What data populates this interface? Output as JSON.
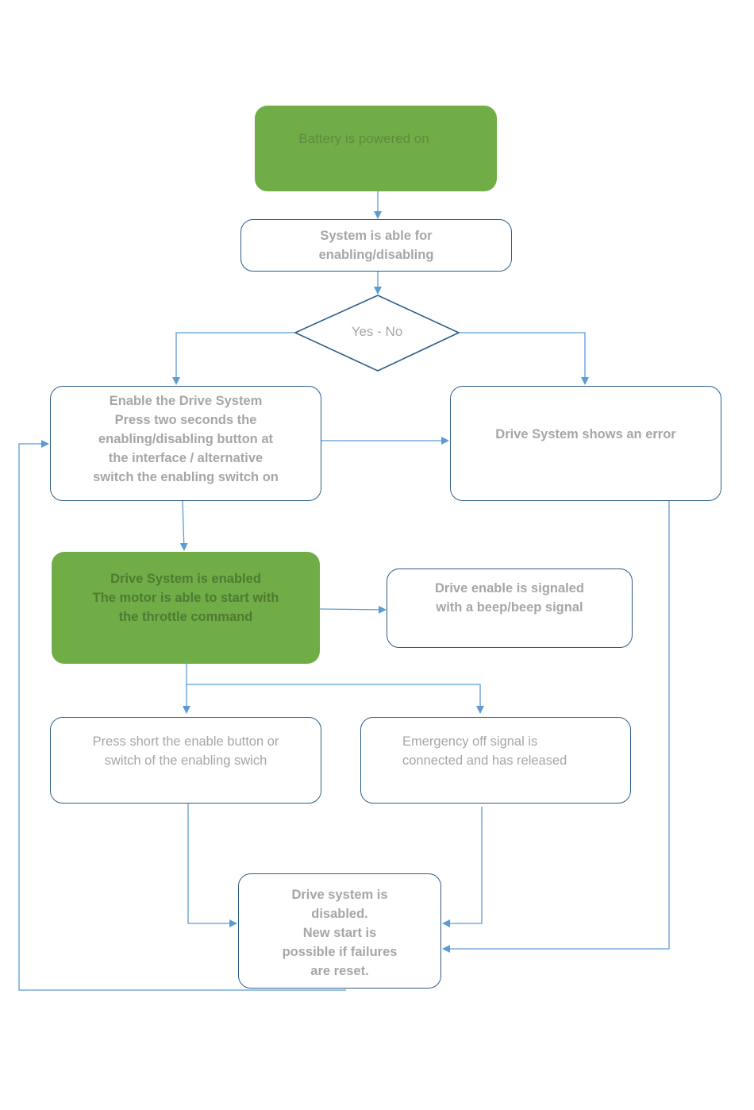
{
  "colors": {
    "fill_green": "#70ad47",
    "outline_blue": "#2e5d8a",
    "connector_blue": "#5b9bd5",
    "text_gray": "#a6a6a6"
  },
  "nodes": {
    "battery": "Battery is powered on",
    "system_able": [
      "System is able for",
      "enabling/disabling"
    ],
    "decision": "Yes - No",
    "enable_drive": [
      "Enable the Drive System",
      "Press two seconds the",
      "enabling/disabling button at",
      "the interface / alternative",
      "switch the enabling switch on"
    ],
    "drive_error": "Drive System shows an error",
    "drive_enabled": [
      "Drive System is enabled",
      "The motor is able to start with",
      "the throttle command"
    ],
    "beep_signal": [
      "Drive enable is signaled",
      "with a beep/beep signal"
    ],
    "press_short": [
      "Press short the enable button or",
      "switch of the enabling swich"
    ],
    "emergency_off": [
      "Emergency off signal is",
      "connected and has released"
    ],
    "drive_disabled": [
      "Drive system is",
      "disabled.",
      "New start is",
      "possible if failures",
      "are reset."
    ]
  }
}
